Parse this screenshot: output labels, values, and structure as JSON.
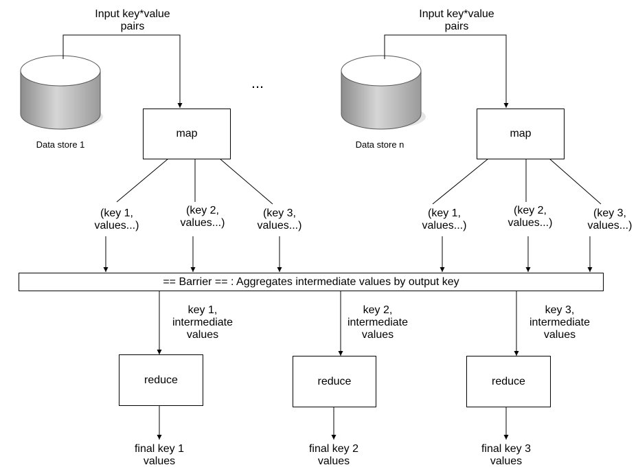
{
  "input_label": "Input key*value\npairs",
  "ellipsis": "...",
  "stores": [
    {
      "name": "Data store 1"
    },
    {
      "name": "Data store n"
    }
  ],
  "map_label": "map",
  "map_outputs": [
    "(key 1,\nvalues...)",
    "(key 2,\nvalues...)",
    "(key 3,\nvalues...)"
  ],
  "barrier_label": "== Barrier ==  : Aggregates intermediate values by output key",
  "intermediates": [
    "key 1,\nintermediate\nvalues",
    "key 2,\nintermediate\nvalues",
    "key 3,\nintermediate\nvalues"
  ],
  "reduce_label": "reduce",
  "finals": [
    "final key 1\nvalues",
    "final key 2\nvalues",
    "final key 3\nvalues"
  ]
}
